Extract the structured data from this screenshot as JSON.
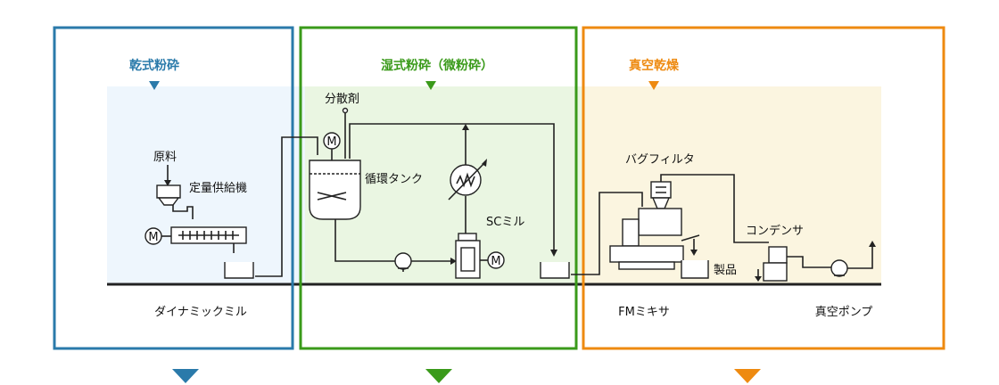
{
  "sections": [
    {
      "title": "乾式粉砕",
      "color": "#2a7aaa",
      "bg": "#eef6fd"
    },
    {
      "title": "湿式粉砕（微粉砕）",
      "color": "#3a9a1a",
      "bg": "#eaf6e2"
    },
    {
      "title": "真空乾燥",
      "color": "#ee8a10",
      "bg": "#fbf5e0"
    }
  ],
  "labels": {
    "raw_material": "原料",
    "feeder": "定量供給機",
    "dispersant": "分散剤",
    "tank": "循環タンク",
    "sc_mill": "SCミル",
    "bag_filter": "バグフィルタ",
    "condenser": "コンデンサ",
    "product": "製品",
    "dynamic_mill": "ダイナミックミル",
    "fm_mixer": "FMミキサ",
    "vacuum_pump": "真空ポンプ"
  },
  "motor_symbol": "M"
}
